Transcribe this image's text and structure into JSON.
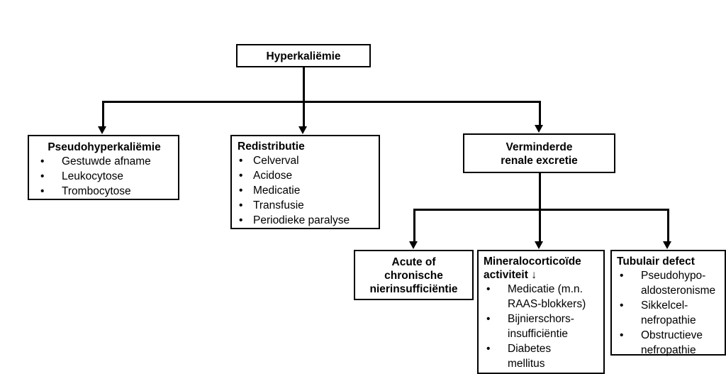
{
  "diagram": {
    "title": "Hyperkaliëmie",
    "language": "nl",
    "nodes": {
      "root": {
        "id": "hyperkaliemie",
        "title": "Hyperkaliëmie",
        "bullets": []
      },
      "pseudo": {
        "id": "pseudohyperkaliemie",
        "title": "Pseudohyperkaliëmie",
        "bullets": [
          "Gestuwde afname",
          "Leukocytose",
          "Trombocytose"
        ]
      },
      "redistributie": {
        "id": "redistributie",
        "title": "Redistributie",
        "bullets": [
          "Celverval",
          "Acidose",
          "Medicatie",
          "Transfusie",
          "Periodieke paralyse"
        ]
      },
      "verminderde": {
        "id": "verminderde-renale-excretie",
        "title": "Verminderde\nrenale excretie",
        "bullets": []
      },
      "acute": {
        "id": "acute-of-chronische-nierinsufficientie",
        "title": "Acute of\nchronische\nnierinsufficiëntie",
        "bullets": []
      },
      "mineralocorticoide": {
        "id": "mineralocorticoide-activiteit",
        "title": "Mineralocorticoïde\nactiviteit ↓",
        "bullets": [
          "Medicatie (m.n.\nRAAS-blokkers)",
          "Bijnierschors-\ninsufficiëntie",
          "Diabetes\nmellitus"
        ]
      },
      "tubulair": {
        "id": "tubulair-defect",
        "title": "Tubulair defect",
        "bullets": [
          "Pseudohypo-\naldosteronisme",
          "Sikkelcel-\nnefropathie",
          "Obstructieve\nnefropathie"
        ]
      }
    },
    "bullet_glyph": "•",
    "colors": {
      "stroke": "#000000",
      "text": "#000000",
      "background": "#ffffff"
    }
  }
}
